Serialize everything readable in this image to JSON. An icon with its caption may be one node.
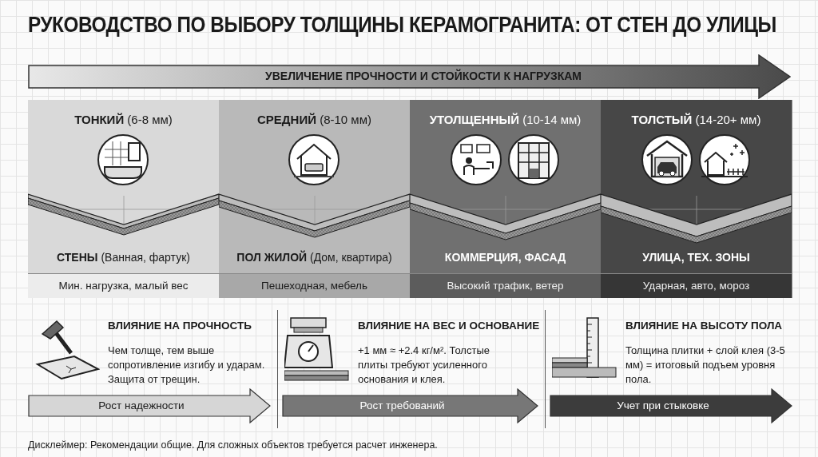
{
  "diagram": {
    "title": "РУКОВОДСТВО ПО ВЫБОРУ ТОЛЩИНЫ КЕРАМОГРАНИТА: ОТ СТЕН ДО УЛИЦЫ",
    "nodes": [
      {
        "text": [
          "**ТОНКИЙ** (6-8 мм)",
          "**СТЕНЫ** (Ванная, фартук)",
          "Мин. нагрузка, малый вес"
        ]
      },
      {
        "text": [
          "**СРЕДНИЙ** (8-10 мм)",
          "**ПОЛ ЖИЛОЙ** (Дом, квартира)",
          "Пешеходная, мебель"
        ]
      },
      {
        "text": [
          "**УТОЛЩЕННЫЙ** (10-14 мм)",
          "КОММЕРЦИЯ, ФАСАД",
          "Высокий трафик, ветер"
        ]
      },
      {
        "text": [
          "**ТОЛСТЫЙ** (14-20+ мм)",
          "УЛИЦА, ТЕХ. ЗОНЫ",
          "Ударная, авто, мороз"
        ]
      },
      {
        "text": [
          "ВЛИЯНИЕ НА ПРОЧНОСТЬ",
          "Чем толще, тем выше сопротивление изгибу и ударам. Защита от трещин."
        ]
      },
      {
        "text": [
          "ВЛИЯНИЕ НА ВЕС И ОСНОВАНИЕ",
          "+1 мм ≈ +2.4 кг/м². Толстые плиты требуют усиленного основания и клея."
        ]
      },
      {
        "text": [
          "ВЛИЯНИЕ НА ВЫСОТУ ПОЛА",
          "Толщина плитки + слой клея (3-5 мм) = итоговый подъем уровня пола."
        ]
      }
    ],
    "labels": [
      "УВЕЛИЧЕНИЕ ПРОЧНОСТИ И СТОЙКОСТИ К НАГРУЗКАМ",
      "Рост надежности",
      "Рост требований",
      "Учет при стыковке",
      "Дисклеймер: Рекомендации общие. Для сложных объектов требуется расчет инженера."
    ]
  }
}
